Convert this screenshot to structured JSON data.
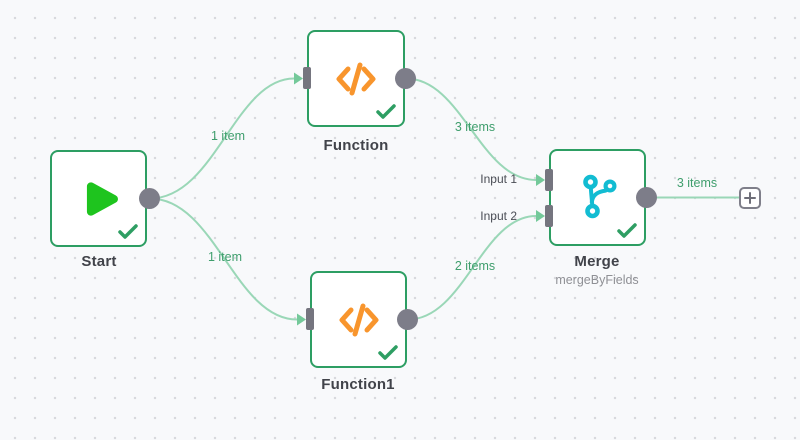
{
  "workflow": {
    "nodes": [
      {
        "name": "Start",
        "icon": "play-icon",
        "status": "success"
      },
      {
        "name": "Function",
        "icon": "code-icon",
        "status": "success"
      },
      {
        "name": "Function1",
        "icon": "code-icon",
        "status": "success"
      },
      {
        "name": "Merge",
        "subtitle": "mergeByFields",
        "icon": "merge-icon",
        "status": "success",
        "input_labels": [
          "Input 1",
          "Input 2"
        ]
      }
    ],
    "connections": [
      {
        "from": "Start",
        "to": "Function",
        "label": "1 item"
      },
      {
        "from": "Start",
        "to": "Function1",
        "label": "1 item"
      },
      {
        "from": "Function",
        "to": "Merge",
        "label": "3 items"
      },
      {
        "from": "Function1",
        "to": "Merge",
        "label": "2 items"
      },
      {
        "from": "Merge",
        "to": "add-node",
        "label": "3 items"
      }
    ],
    "add_button_label": "+"
  },
  "colors": {
    "node_border": "#2d9e63",
    "success_check": "#2e9e63",
    "play_icon": "#1ec41e",
    "code_icon": "#f8952d",
    "merge_icon": "#12bcd2",
    "connection": "#9ad7b7",
    "connection_label": "#3f9e6d",
    "port": "#7d7d89",
    "background": "#f8f9fb"
  }
}
